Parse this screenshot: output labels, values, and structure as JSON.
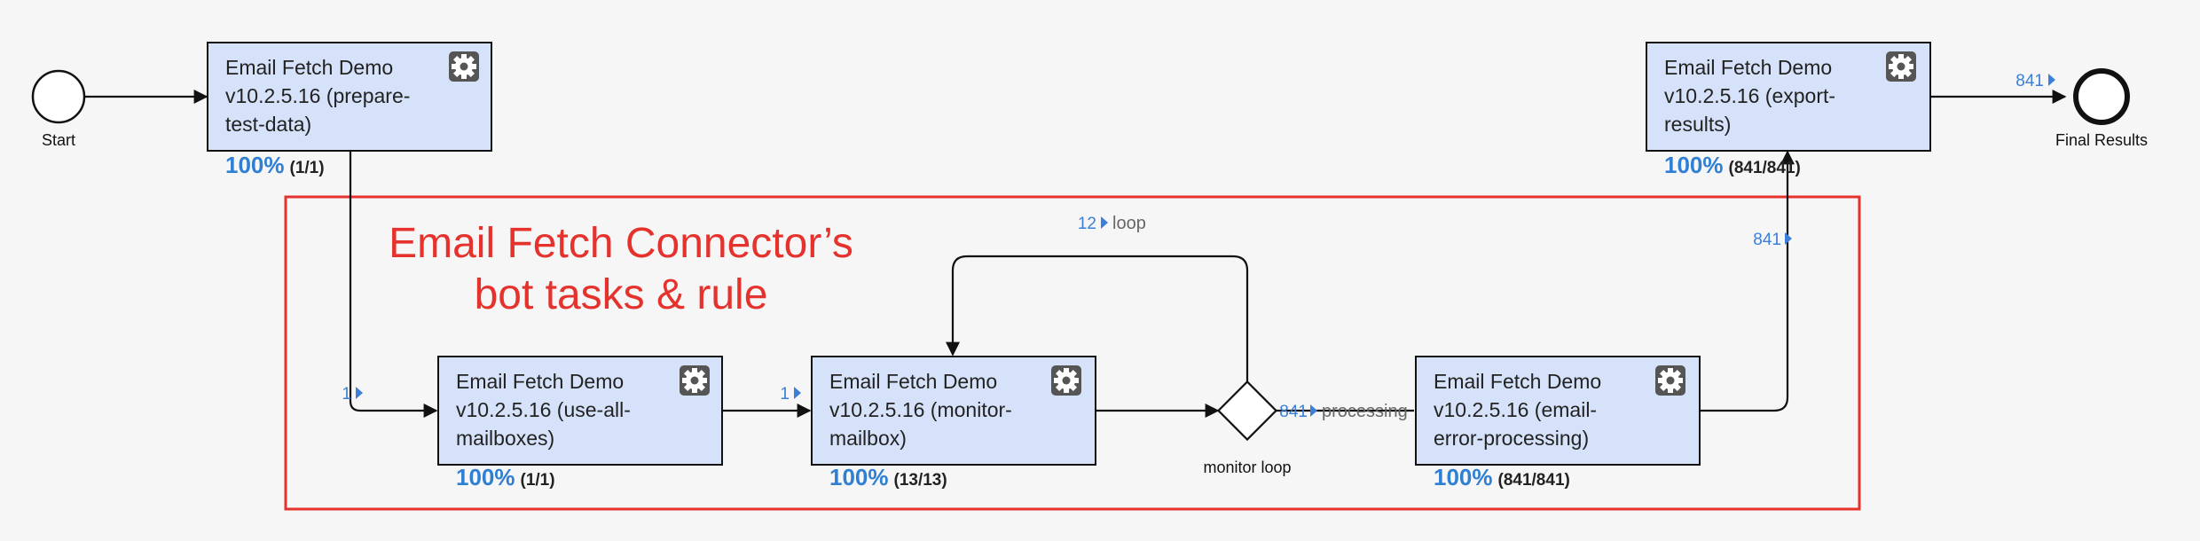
{
  "events": {
    "start": "Start",
    "end": "Final Results"
  },
  "tasks": {
    "prepare": {
      "lines": [
        "Email Fetch Demo",
        "v10.2.5.16 (prepare-",
        "test-data)"
      ],
      "percent": "100%",
      "count": "(1/1)"
    },
    "mailboxes": {
      "lines": [
        "Email Fetch Demo",
        "v10.2.5.16 (use-all-",
        "mailboxes)"
      ],
      "percent": "100%",
      "count": "(1/1)"
    },
    "monitor": {
      "lines": [
        "Email Fetch Demo",
        "v10.2.5.16 (monitor-",
        "mailbox)"
      ],
      "percent": "100%",
      "count": "(13/13)"
    },
    "error": {
      "lines": [
        "Email Fetch Demo",
        "v10.2.5.16 (email-",
        "error-processing)"
      ],
      "percent": "100%",
      "count": "(841/841)"
    },
    "export": {
      "lines": [
        "Email Fetch Demo",
        "v10.2.5.16 (export-",
        "results)"
      ],
      "percent": "100%",
      "count": "(841/841)"
    }
  },
  "gateway": {
    "label": "monitor loop"
  },
  "flows": {
    "to_mailboxes": {
      "count": "1"
    },
    "to_monitor": {
      "count": "1"
    },
    "loop": {
      "count": "12",
      "name": "loop"
    },
    "processing": {
      "count": "841",
      "name": "processing"
    },
    "to_export": {
      "count": "841"
    },
    "to_final": {
      "count": "841"
    }
  },
  "annotation": {
    "line1": "Email Fetch Connector’s",
    "line2": "bot tasks & rule"
  },
  "colors": {
    "task_fill": "#d6e2f9",
    "percent": "#2f7fd3",
    "flow_count": "#3b7fd6",
    "annotation_border": "#e5322d",
    "gear_bg": "#555555"
  },
  "icons": {
    "task_settings": "gear-icon",
    "flow_marker": "triangle-right-icon"
  }
}
